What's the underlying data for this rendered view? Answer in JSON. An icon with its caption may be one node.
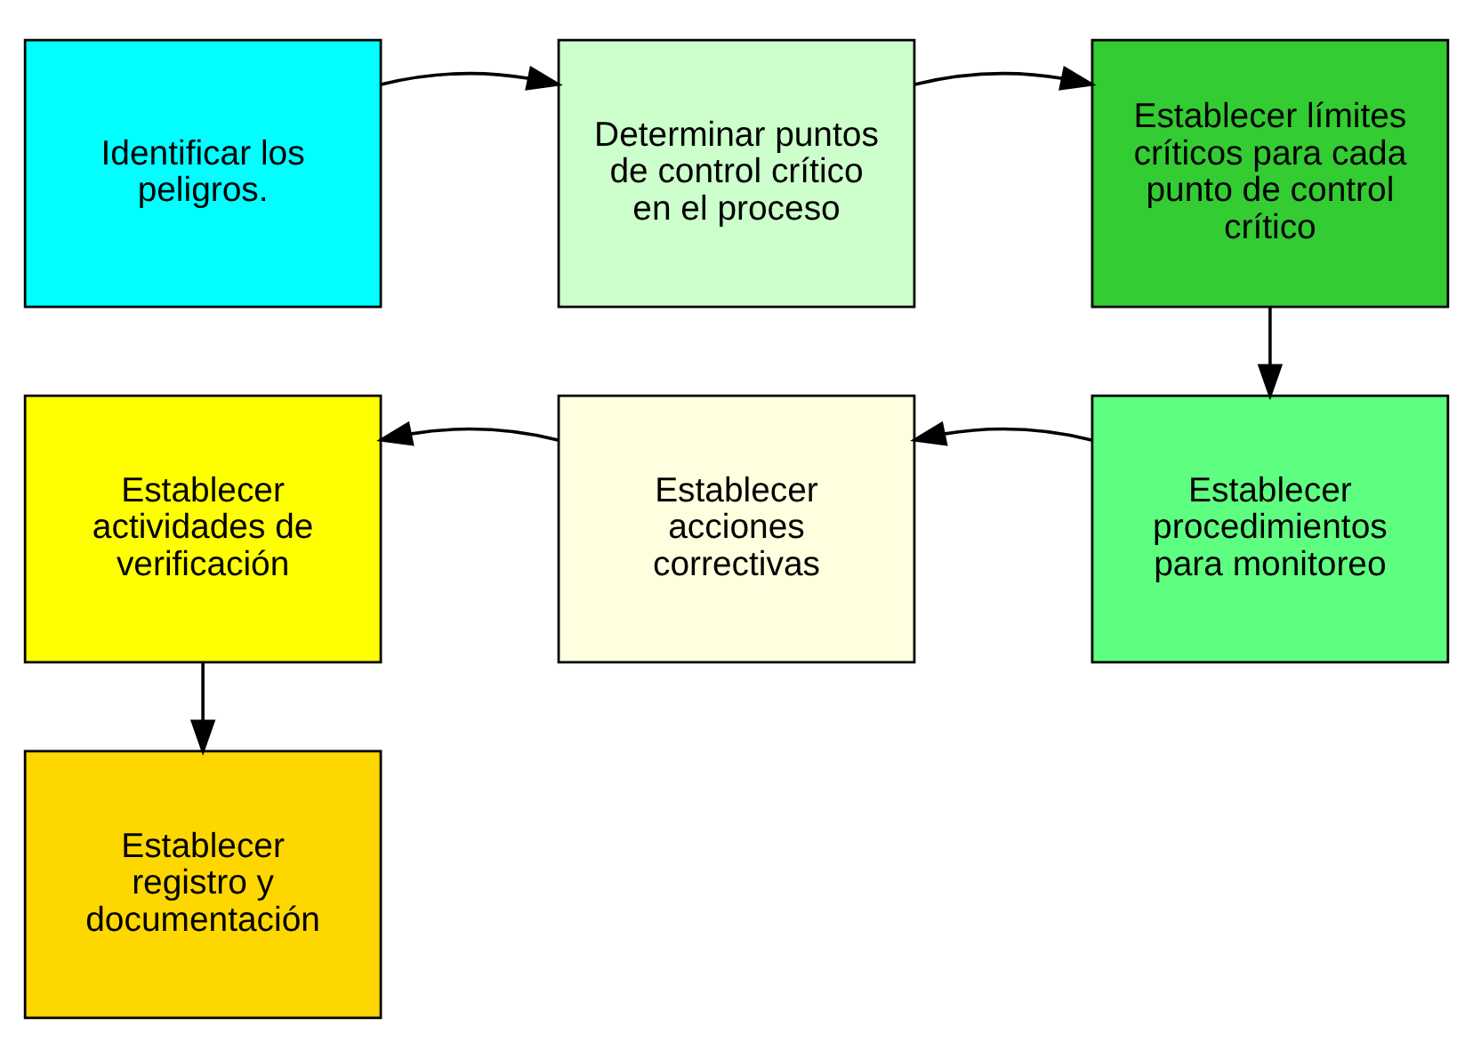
{
  "diagram": {
    "nodes": [
      {
        "text": [
          "Identificar los peligros."
        ]
      },
      {
        "text": [
          "Determinar puntos de control crítico en el proceso"
        ]
      },
      {
        "text": [
          "Establecer límites críticos para cada punto de control crítico"
        ]
      },
      {
        "text": [
          "Establecer procedimientos para monitoreo"
        ]
      },
      {
        "text": [
          "Establecer acciones correctivas"
        ]
      },
      {
        "text": [
          "Establecer actividades de verificación"
        ]
      },
      {
        "text": [
          "Establecer registro y documentación"
        ]
      }
    ],
    "edges": [
      {
        "from": 0,
        "to": 1,
        "arrow": "to"
      },
      {
        "from": 1,
        "to": 2,
        "arrow": "to"
      },
      {
        "from": 2,
        "to": 3,
        "arrow": "to"
      },
      {
        "from": 3,
        "to": 4,
        "arrow": "to"
      },
      {
        "from": 4,
        "to": 5,
        "arrow": "to"
      },
      {
        "from": 5,
        "to": 6,
        "arrow": "to"
      }
    ]
  }
}
